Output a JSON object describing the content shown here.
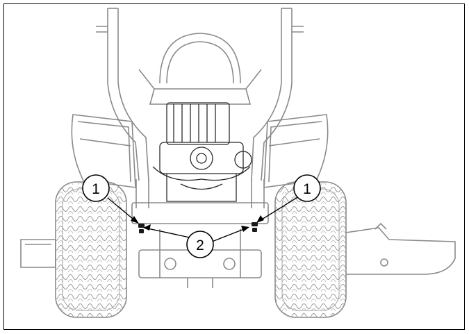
{
  "callouts": [
    {
      "label": "1"
    },
    {
      "label": "1"
    },
    {
      "label": "2"
    }
  ],
  "colors": {
    "line_art": "#8a8a8a",
    "line_art_dark": "#2b2b2b",
    "callout": "#000000",
    "background": "#ffffff"
  }
}
